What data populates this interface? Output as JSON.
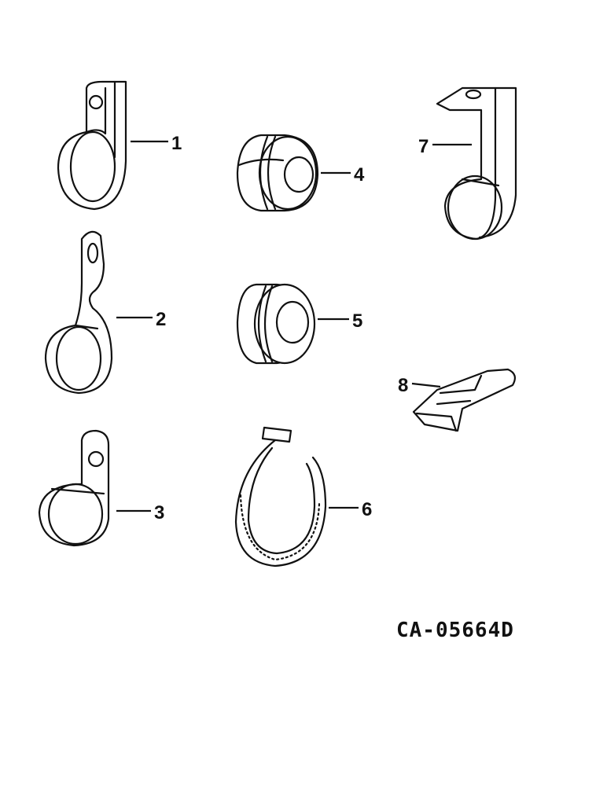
{
  "parts": [
    {
      "callout": "1",
      "icon": "loop-clamp-icon"
    },
    {
      "callout": "2",
      "icon": "offset-loop-clamp-icon"
    },
    {
      "callout": "3",
      "icon": "short-loop-clamp-icon"
    },
    {
      "callout": "4",
      "icon": "grommet-icon"
    },
    {
      "callout": "5",
      "icon": "grommet-icon"
    },
    {
      "callout": "6",
      "icon": "cable-tie-icon"
    },
    {
      "callout": "7",
      "icon": "angled-bracket-clamp-icon"
    },
    {
      "callout": "8",
      "icon": "spring-clip-icon"
    }
  ],
  "drawing_code": "CA-05664D"
}
